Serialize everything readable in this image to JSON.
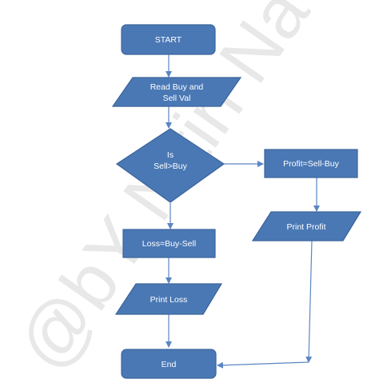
{
  "watermark": {
    "text": "@bY Nitin Na"
  },
  "flowchart": {
    "start": "START",
    "read_line1": "Read Buy and",
    "read_line2": "Sell Val",
    "decision_line1": "Is",
    "decision_line2": "Sell>Buy",
    "profit_calc": "Profit=Sell-Buy",
    "print_profit": "Print Profit",
    "loss_calc": "Loss=Buy-Sell",
    "print_loss": "Print Loss",
    "end": "End"
  },
  "colors": {
    "shape_fill": "#4a78b5",
    "arrow": "#5b86c2",
    "text": "#ffffff"
  }
}
